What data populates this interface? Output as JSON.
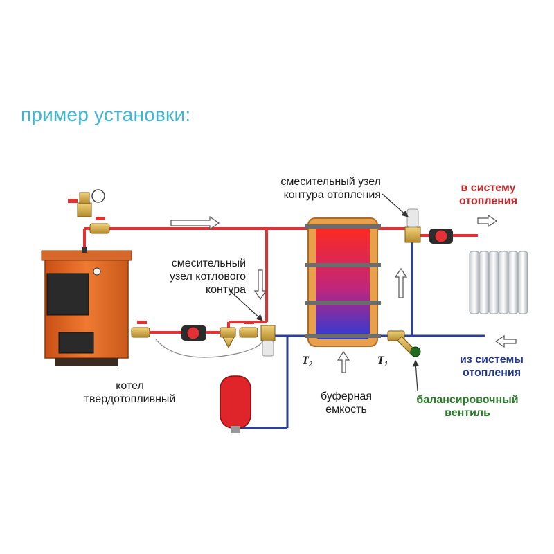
{
  "title": "пример установки:",
  "colors": {
    "title": "#3fb5cf",
    "hot_pipe": "#e23236",
    "cold_pipe": "#2b3f9e",
    "boiler": "#e8702a",
    "label_hot": "#c0282a",
    "label_cold": "#253a8c",
    "label_valve": "#2a7a2a"
  },
  "labels": {
    "mixing_heating": [
      "смесительный узел",
      "контура отопления"
    ],
    "to_heating": [
      "в систему",
      "отопления"
    ],
    "mixing_boiler": [
      "смесительный",
      "узел котлового",
      "контура"
    ],
    "boiler": [
      "котел",
      "твердотопливный"
    ],
    "buffer": [
      "буферная",
      "емкость"
    ],
    "from_heating": [
      "из системы",
      "отопления"
    ],
    "balancing_valve": [
      "балансировочный",
      "вентиль"
    ],
    "t2": "T",
    "t2_sub": "2",
    "t1": "T",
    "t1_sub": "1"
  },
  "icons": [
    "flow-arrow-icon",
    "radiator-icon",
    "pump-icon",
    "ball-valve-icon",
    "pressure-gauge-icon",
    "expansion-tank-icon",
    "filter-icon",
    "thermometer-icon"
  ]
}
